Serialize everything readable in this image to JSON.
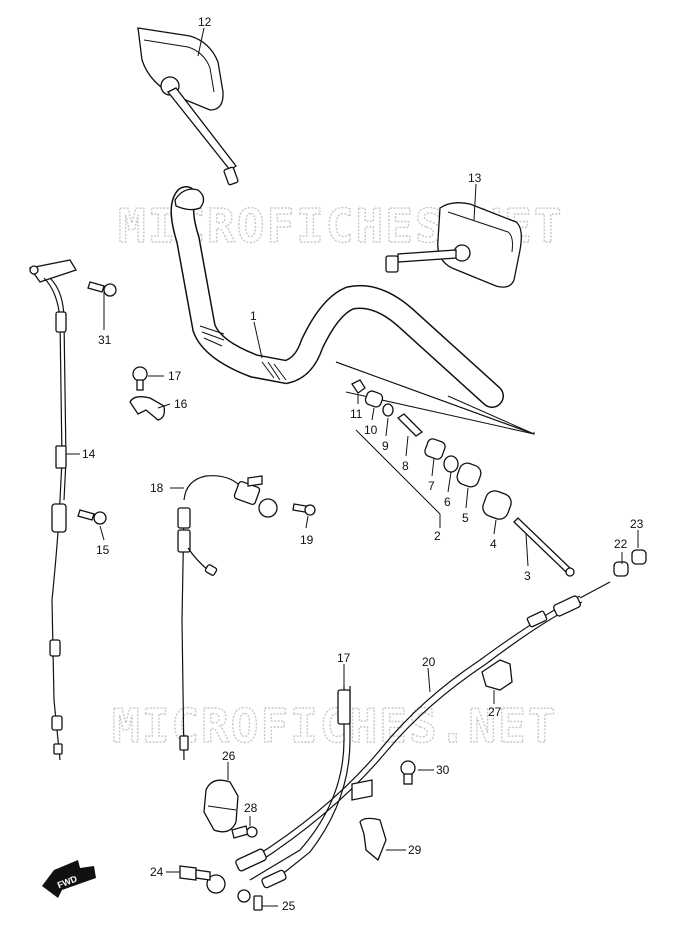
{
  "watermark": {
    "text_top": "MICROFICHES.NET",
    "text_bottom": "MICROFICHES.NET"
  },
  "fwd_badge": {
    "label": "FWD"
  },
  "parts": {
    "p1": "1",
    "p2": "2",
    "p3": "3",
    "p4": "4",
    "p5": "5",
    "p6": "6",
    "p7": "7",
    "p8": "8",
    "p9": "9",
    "p10": "10",
    "p11": "11",
    "p12": "12",
    "p13": "13",
    "p14": "14",
    "p15": "15",
    "p16": "16",
    "p17a": "17",
    "p17b": "17",
    "p18": "18",
    "p19": "19",
    "p20": "20",
    "p22": "22",
    "p23": "23",
    "p24": "24",
    "p25": "25",
    "p26": "26",
    "p27": "27",
    "p28": "28",
    "p29": "29",
    "p30": "30",
    "p31": "31"
  }
}
